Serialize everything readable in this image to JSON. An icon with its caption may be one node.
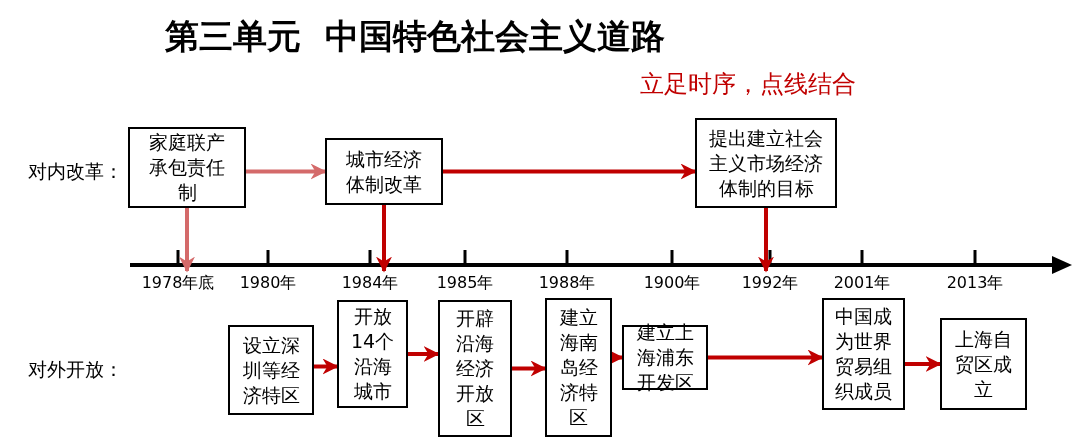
{
  "diagram": {
    "title": "第三单元  中国特色社会主义道路",
    "nodes": [
      {
        "text": [
          "家庭联产承包责任制"
        ]
      },
      {
        "text": [
          "城市经济体制改革"
        ]
      },
      {
        "text": [
          "提出建立社会主义市场经济体制的目标"
        ]
      },
      {
        "text": [
          "设立深圳等经济特区"
        ]
      },
      {
        "text": [
          "开放14个沿海城市"
        ]
      },
      {
        "text": [
          "开辟沿海经济开放区"
        ]
      },
      {
        "text": [
          "建立海南岛经济特区"
        ]
      },
      {
        "text": [
          "建立上海浦东开发区"
        ]
      },
      {
        "text": [
          "中国成为世界贸易组织成员"
        ]
      },
      {
        "text": [
          "上海自贸区成立"
        ]
      },
      {
        "text": [
          "1978年底"
        ]
      },
      {
        "text": [
          "1984年"
        ]
      },
      {
        "text": [
          "1992年"
        ]
      }
    ],
    "edges": [
      {
        "from": 0,
        "to": 1,
        "arrow": "to",
        "color": "#d46a6a"
      },
      {
        "from": 1,
        "to": 2,
        "arrow": "to"
      },
      {
        "from": 0,
        "to": 10,
        "arrow": "to",
        "color": "#d46a6a"
      },
      {
        "from": 1,
        "to": 11,
        "arrow": "to"
      },
      {
        "from": 2,
        "to": 12,
        "arrow": "to"
      },
      {
        "from": 3,
        "to": 4,
        "arrow": "to"
      },
      {
        "from": 4,
        "to": 5,
        "arrow": "to"
      },
      {
        "from": 5,
        "to": 6,
        "arrow": "to"
      },
      {
        "from": 6,
        "to": 7,
        "arrow": "to"
      },
      {
        "from": 7,
        "to": 8,
        "arrow": "to"
      },
      {
        "from": 8,
        "to": 9,
        "arrow": "to"
      }
    ],
    "labels": [
      "立足时序，点线结合",
      "对内改革：",
      "1980年",
      "1985年",
      "1988年",
      "1900年",
      "2001年",
      "2013年",
      "对外开放："
    ]
  }
}
